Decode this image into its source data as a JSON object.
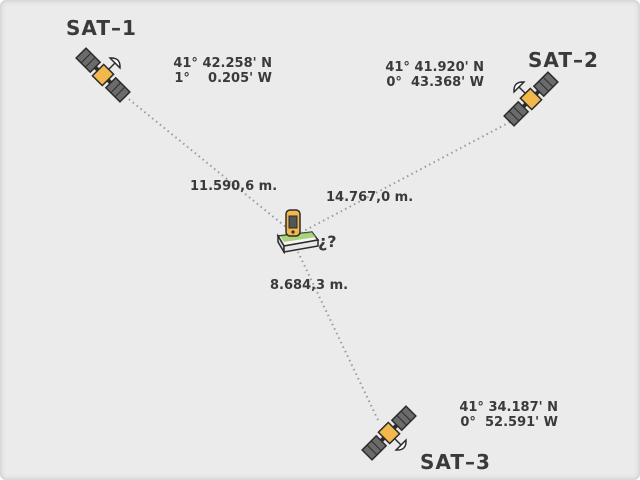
{
  "satellites": [
    {
      "name": "SAT–1",
      "lat": "41° 42.258' N",
      "lon": "1°    0.205' W"
    },
    {
      "name": "SAT–2",
      "lat": "41° 41.920' N",
      "lon": "0°  43.368' W"
    },
    {
      "name": "SAT–3",
      "lat": "41° 34.187' N",
      "lon": "0°  52.591' W"
    }
  ],
  "distances": {
    "sat1": "11.590,6 m.",
    "sat2": "14.767,0 m.",
    "sat3": "8.684,3 m."
  },
  "receiver": {
    "label": "¿?"
  },
  "colors": {
    "background": "#ebebeb",
    "text": "#3a3a3a",
    "panel": "#6b6b6b",
    "body": "#f2b84b",
    "dotted_line": "#9a9a9a"
  }
}
